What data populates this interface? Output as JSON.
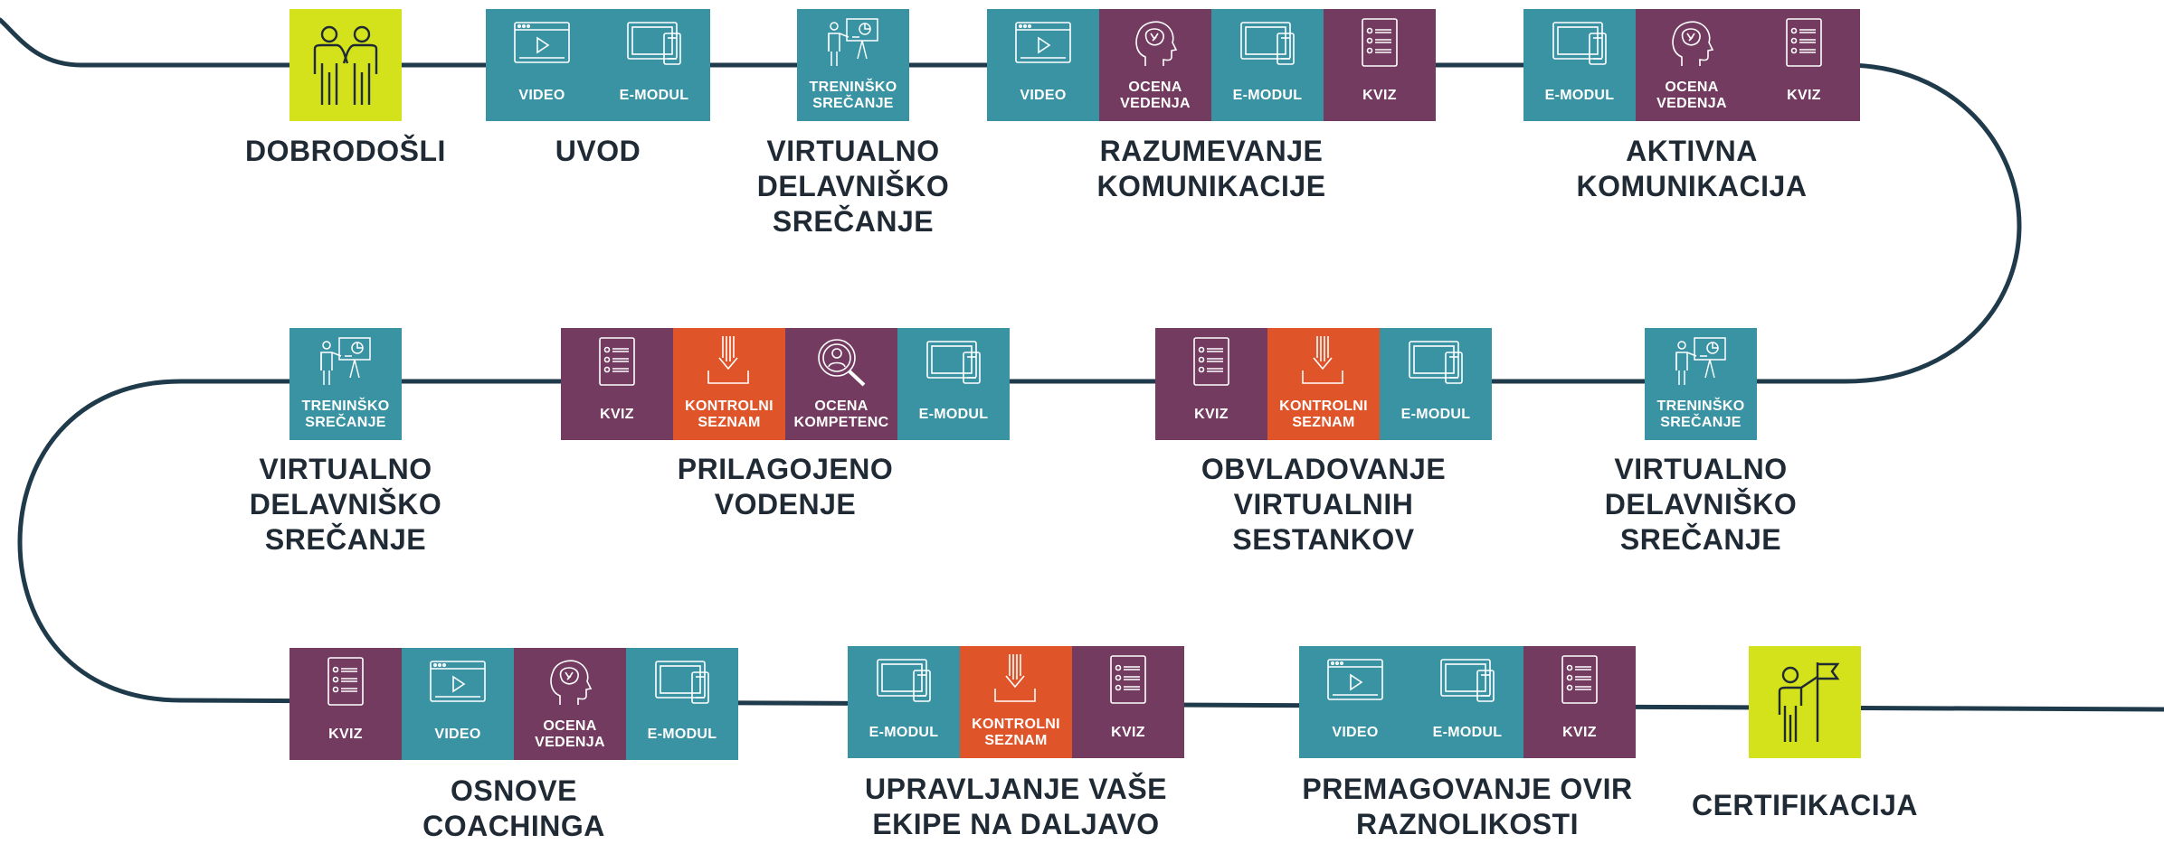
{
  "colors": {
    "teal": "#3a93a3",
    "purple": "#733b5f",
    "orange": "#e0542a",
    "lime": "#d4e21c",
    "path": "#1f3a4a",
    "title": "#1f2a35"
  },
  "modules": [
    {
      "title": "DOBRODOŠLI",
      "tiles": [
        {
          "icon": "welcome-people-icon",
          "label": ""
        }
      ]
    },
    {
      "title": "UVOD",
      "tiles": [
        {
          "icon": "video-icon",
          "label": "VIDEO"
        },
        {
          "icon": "e-module-icon",
          "label": "E-MODUL"
        }
      ]
    },
    {
      "title": "VIRTUALNO\nDELAVNIŠKO\nSREČANJE",
      "tiles": [
        {
          "icon": "presenter-icon",
          "label": "TRENINŠKO\nSREČANJE"
        }
      ]
    },
    {
      "title": "RAZUMEVANJE\nKOMUNIKACIJE",
      "tiles": [
        {
          "icon": "video-icon",
          "label": "VIDEO"
        },
        {
          "icon": "head-brain-icon",
          "label": "OCENA\nVEDENJA"
        },
        {
          "icon": "e-module-icon",
          "label": "E-MODUL"
        },
        {
          "icon": "quiz-icon",
          "label": "KVIZ"
        }
      ]
    },
    {
      "title": "AKTIVNA\nKOMUNIKACIJA",
      "tiles": [
        {
          "icon": "e-module-icon",
          "label": "E-MODUL"
        },
        {
          "icon": "head-brain-icon",
          "label": "OCENA\nVEDENJA"
        },
        {
          "icon": "quiz-icon",
          "label": "KVIZ"
        }
      ]
    },
    {
      "title": "VIRTUALNO\nDELAVNIŠKO\nSREČANJE",
      "tiles": [
        {
          "icon": "presenter-icon",
          "label": "TRENINŠKO\nSREČANJE"
        }
      ]
    },
    {
      "title": "PRILAGOJENO\nVODENJE",
      "tiles": [
        {
          "icon": "quiz-icon",
          "label": "KVIZ"
        },
        {
          "icon": "checklist-download-icon",
          "label": "KONTROLNI\nSEZNAM"
        },
        {
          "icon": "magnifier-person-icon",
          "label": "OCENA\nKOMPETENC"
        },
        {
          "icon": "e-module-icon",
          "label": "E-MODUL"
        }
      ]
    },
    {
      "title": "OBVLADOVANJE\nVIRTUALNIH\nSESTANKOV",
      "tiles": [
        {
          "icon": "quiz-icon",
          "label": "KVIZ"
        },
        {
          "icon": "checklist-download-icon",
          "label": "KONTROLNI\nSEZNAM"
        },
        {
          "icon": "e-module-icon",
          "label": "E-MODUL"
        }
      ]
    },
    {
      "title": "VIRTUALNO\nDELAVNIŠKO\nSREČANJE",
      "tiles": [
        {
          "icon": "presenter-icon",
          "label": "TRENINŠKO\nSREČANJE"
        }
      ]
    },
    {
      "title": "OSNOVE\nCOACHINGA",
      "tiles": [
        {
          "icon": "quiz-icon",
          "label": "KVIZ"
        },
        {
          "icon": "video-icon",
          "label": "VIDEO"
        },
        {
          "icon": "head-brain-icon",
          "label": "OCENA\nVEDENJA"
        },
        {
          "icon": "e-module-icon",
          "label": "E-MODUL"
        }
      ]
    },
    {
      "title": "UPRAVLJANJE VAŠE\nEKIPE NA DALJAVO",
      "tiles": [
        {
          "icon": "e-module-icon",
          "label": "E-MODUL"
        },
        {
          "icon": "checklist-download-icon",
          "label": "KONTROLNI\nSEZNAM"
        },
        {
          "icon": "quiz-icon",
          "label": "KVIZ"
        }
      ]
    },
    {
      "title": "PREMAGOVANJE OVIR\nRAZNOLIKOSTI",
      "tiles": [
        {
          "icon": "video-icon",
          "label": "VIDEO"
        },
        {
          "icon": "e-module-icon",
          "label": "E-MODUL"
        },
        {
          "icon": "quiz-icon",
          "label": "KVIZ"
        }
      ]
    },
    {
      "title": "CERTIFIKACIJA",
      "tiles": [
        {
          "icon": "person-flag-icon",
          "label": ""
        }
      ]
    }
  ]
}
